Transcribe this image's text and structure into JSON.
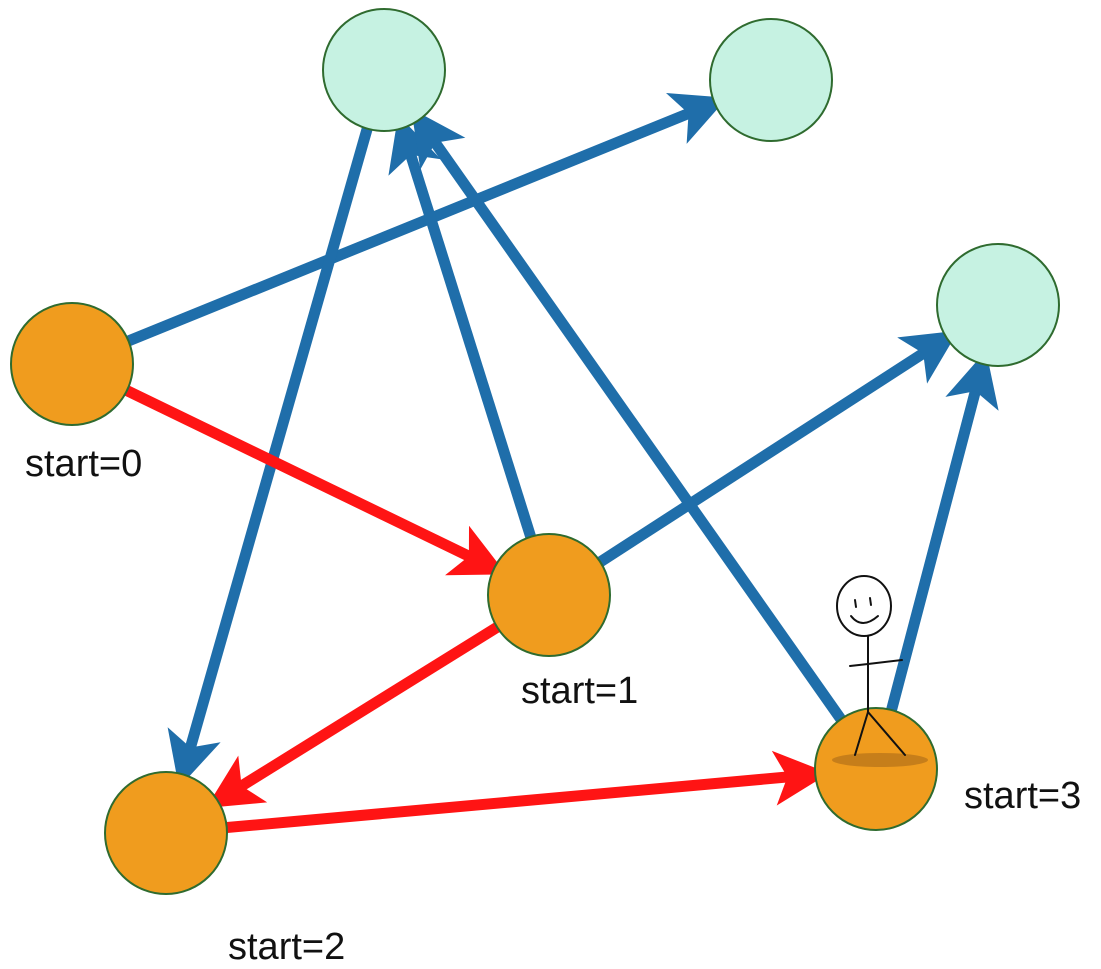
{
  "colors": {
    "start_node_fill": "#F09C1E",
    "end_node_fill": "#C6F2E2",
    "node_outline": "#2F6B2F",
    "forward_edge": "#1F6EAA",
    "chain_edge": "#FF1414",
    "ground_smudge": "#B8741A"
  },
  "nodes": [
    {
      "id": "s0",
      "kind": "start",
      "label": "start=0"
    },
    {
      "id": "s1",
      "kind": "start",
      "label": "start=1"
    },
    {
      "id": "s2",
      "kind": "start",
      "label": "start=2"
    },
    {
      "id": "s3",
      "kind": "start",
      "label": "start=3"
    },
    {
      "id": "t0",
      "kind": "target",
      "label": ""
    },
    {
      "id": "t1",
      "kind": "target",
      "label": ""
    },
    {
      "id": "t2",
      "kind": "target",
      "label": ""
    }
  ],
  "edges": [
    {
      "from": "s0",
      "to": "t1",
      "color": "blue"
    },
    {
      "from": "s1",
      "to": "t0",
      "color": "blue"
    },
    {
      "from": "s1",
      "to": "t2",
      "color": "blue"
    },
    {
      "from": "t0",
      "to": "s2",
      "color": "blue"
    },
    {
      "from": "s3",
      "to": "t0",
      "color": "blue"
    },
    {
      "from": "s3",
      "to": "t2",
      "color": "blue"
    },
    {
      "from": "s0",
      "to": "s1",
      "color": "red"
    },
    {
      "from": "s1",
      "to": "s2",
      "color": "red"
    },
    {
      "from": "s2",
      "to": "s3",
      "color": "red"
    }
  ],
  "figure": {
    "icon": "stick-figure-icon",
    "standing_on": "s3"
  }
}
